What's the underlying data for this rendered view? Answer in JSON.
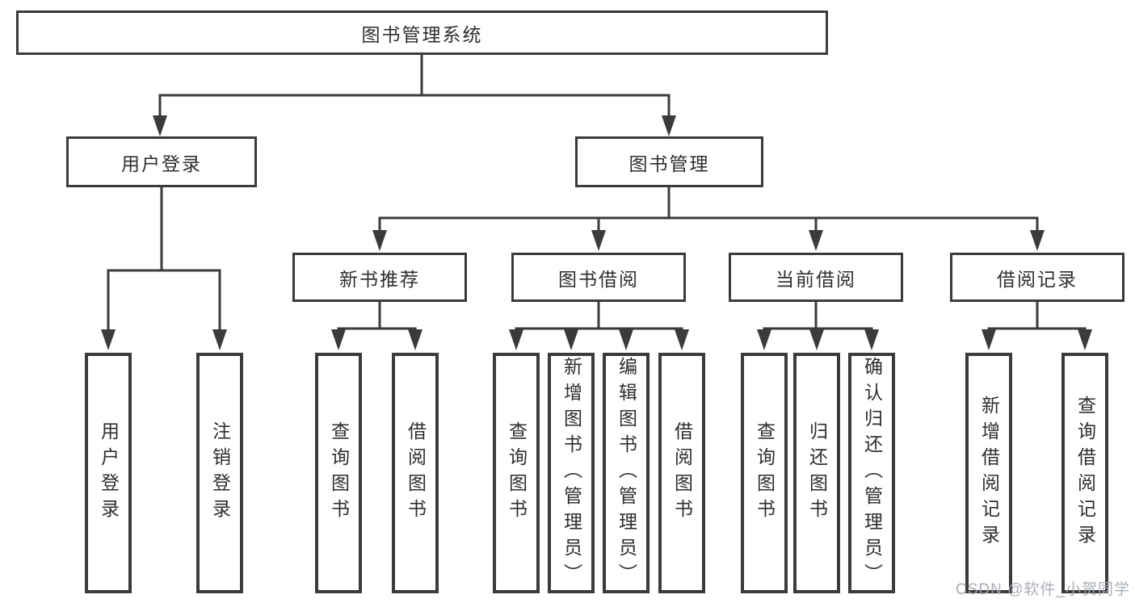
{
  "colors": {
    "line": "#3b3b3b",
    "box_border": "#3b3b3b",
    "text": "#2e2e2e",
    "background": "#ffffff",
    "watermark": "#a4aab2"
  },
  "tree": {
    "root": {
      "label": "图书管理系统"
    },
    "branches": [
      {
        "label": "用户登录",
        "children": [
          {
            "label": "用户登录"
          },
          {
            "label": "注销登录"
          }
        ]
      },
      {
        "label": "图书管理",
        "children": [
          {
            "label": "新书推荐",
            "children": [
              {
                "label": "查询图书"
              },
              {
                "label": "借阅图书"
              }
            ]
          },
          {
            "label": "图书借阅",
            "children": [
              {
                "label": "查询图书"
              },
              {
                "label": "新增图书（管理员）"
              },
              {
                "label": "编辑图书（管理员）"
              },
              {
                "label": "借阅图书"
              }
            ]
          },
          {
            "label": "当前借阅",
            "children": [
              {
                "label": "查询图书"
              },
              {
                "label": "归还图书"
              },
              {
                "label": "确认归还（管理员）"
              }
            ]
          },
          {
            "label": "借阅记录",
            "children": [
              {
                "label": "新增借阅记录"
              },
              {
                "label": "查询借阅记录"
              }
            ]
          }
        ]
      }
    ]
  },
  "watermark": {
    "label": "CSDN @软件_小贺同学"
  }
}
